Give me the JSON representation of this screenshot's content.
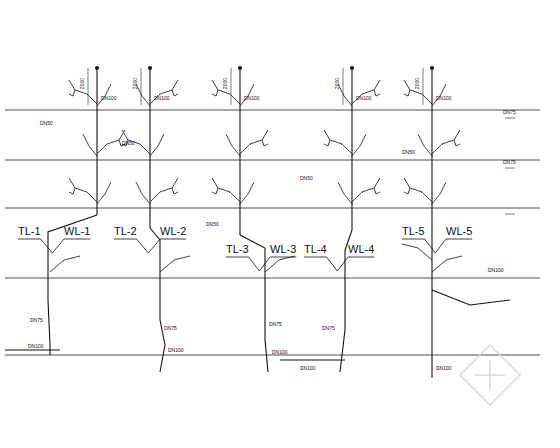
{
  "diagram": {
    "labels": [
      "TL-1",
      "WL-1",
      "TL-2",
      "WL-2",
      "TL-3",
      "WL-3",
      "TL-4",
      "WL-4",
      "TL-5",
      "WL-5",
      "2000",
      "2000",
      "2000",
      "2000",
      "2000",
      "DN100",
      "DN100",
      "DN100",
      "DN100",
      "DN100",
      "DN75",
      "DN75",
      "DN75",
      "DN75",
      "DN50",
      "DN50",
      "DN50",
      "DN50",
      "DN50",
      "DN100",
      "DN100",
      "DN100",
      "DN100",
      "DN100",
      "DN100",
      "DN75",
      "DN75"
    ]
  }
}
